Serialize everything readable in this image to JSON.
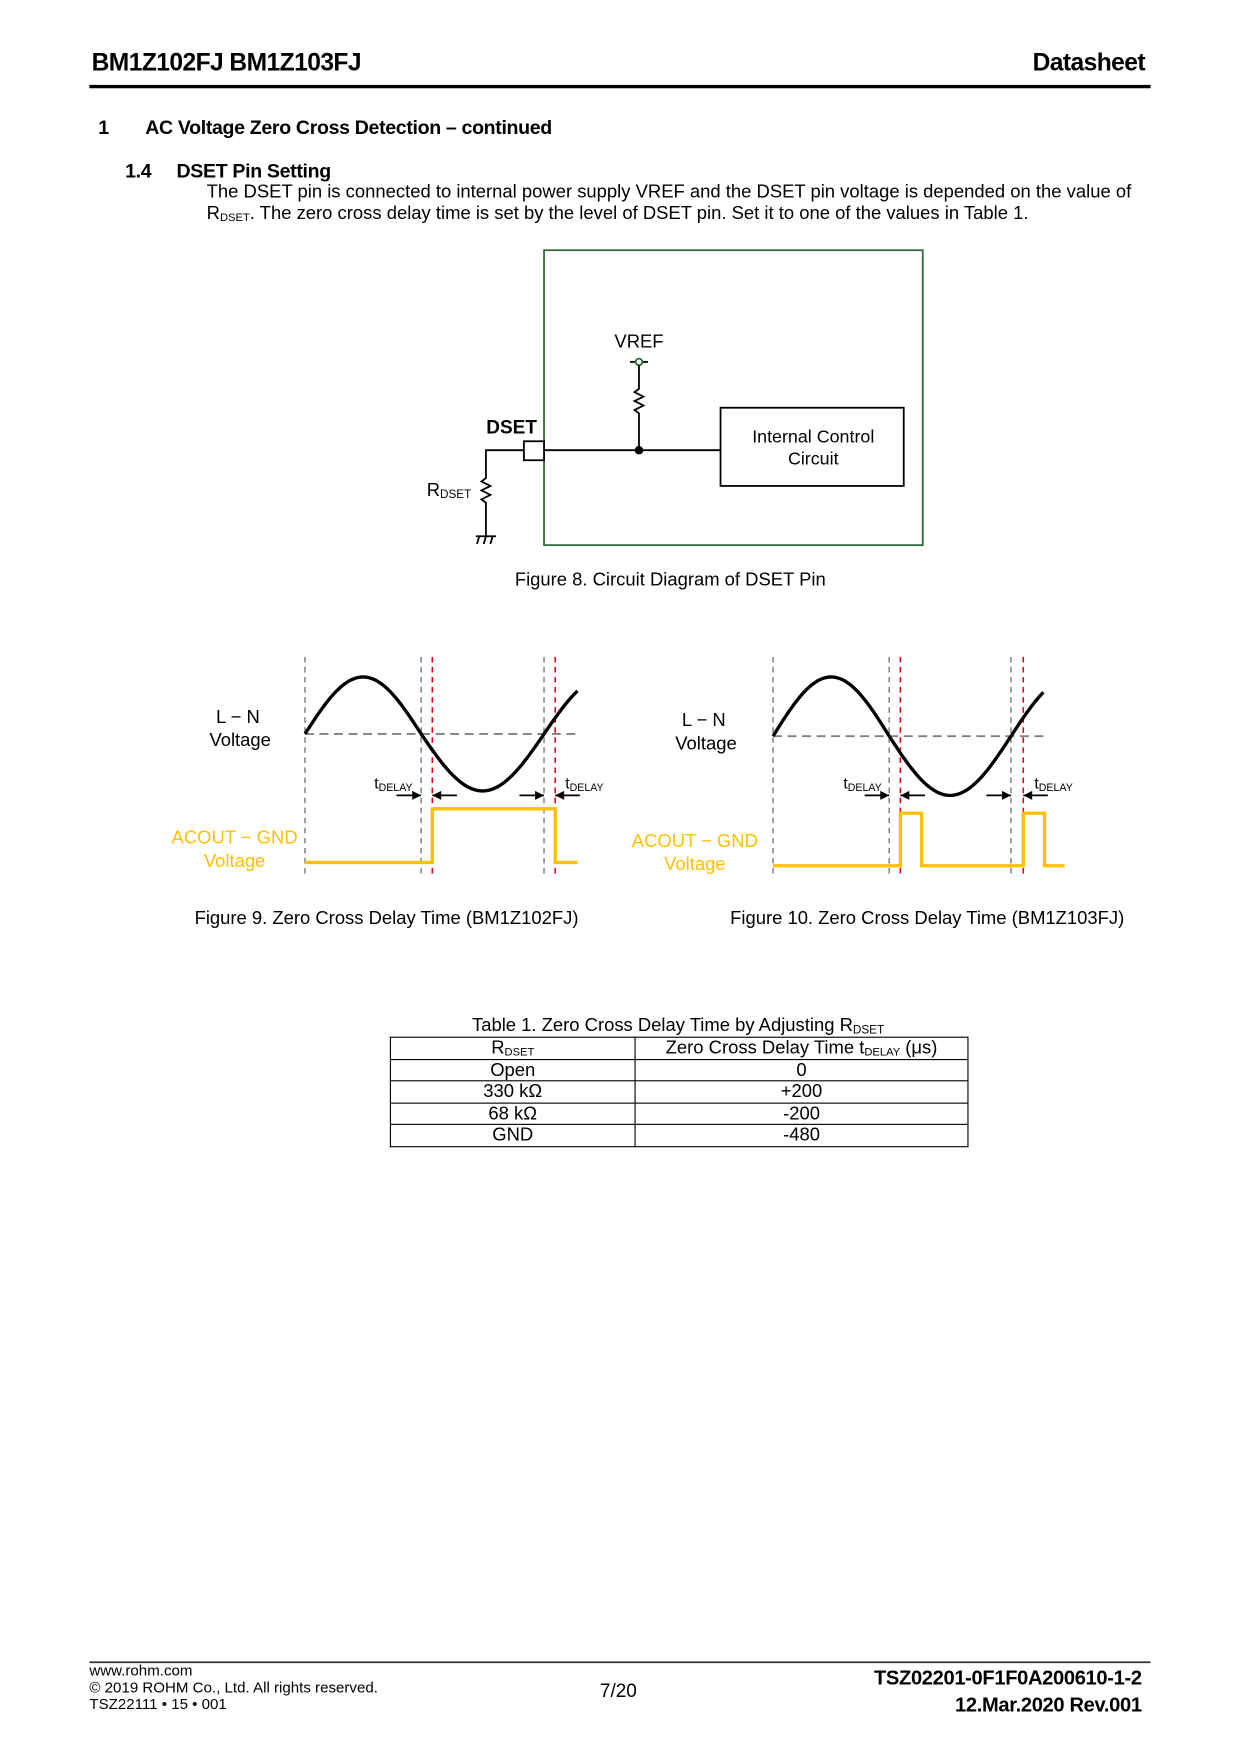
{
  "header": {
    "part_numbers": "BM1Z102FJ   BM1Z103FJ",
    "doc_type": "Datasheet"
  },
  "section": {
    "number": "1",
    "title": "AC Voltage Zero Cross Detection – continued"
  },
  "subsection": {
    "number": "1.4",
    "title": "DSET Pin Setting",
    "para_line1": "The DSET pin is connected to internal power supply VREF and the DSET pin voltage is depended on the value of",
    "para_r": "R",
    "para_r_sub": "DSET",
    "para_line2_rest": ". The zero cross delay time is set by the level of DSET pin. Set it to one of the values in Table 1."
  },
  "figure8": {
    "vref": "VREF",
    "dset": "DSET",
    "r": "R",
    "r_sub": "DSET",
    "block_line1": "Internal Control",
    "block_line2": "Circuit",
    "caption": "Figure 8. Circuit Diagram of DSET Pin"
  },
  "figure9": {
    "ln_line1": "L − N",
    "ln_line2": "Voltage",
    "acout_line1": "ACOUT − GND",
    "acout_line2": "Voltage",
    "t": "t",
    "t_sub": "DELAY",
    "caption": "Figure 9. Zero Cross Delay Time (BM1Z102FJ)"
  },
  "figure10": {
    "ln_line1": "L − N",
    "ln_line2": "Voltage",
    "acout_line1": "ACOUT − GND",
    "acout_line2": "Voltage",
    "t": "t",
    "t_sub": "DELAY",
    "caption": "Figure 10. Zero Cross Delay Time (BM1Z103FJ)"
  },
  "colors": {
    "box": "#2f6a3a",
    "acout": "#ffc000",
    "delay_marker": "#e8001c",
    "zero_ref": "#808080"
  },
  "table1": {
    "caption": "Table 1. Zero Cross Delay Time by Adjusting R",
    "caption_sub": "DSET",
    "col1_r": "R",
    "col1_sub": "DSET",
    "col2_main": "Zero Cross Delay Time t",
    "col2_sub": "DELAY",
    "col2_unit": " (μs)",
    "rows": [
      {
        "rdset": "Open",
        "delay": "0"
      },
      {
        "rdset": "330 kΩ",
        "delay": "+200"
      },
      {
        "rdset": "68 kΩ",
        "delay": "-200"
      },
      {
        "rdset": "GND",
        "delay": "-480"
      }
    ]
  },
  "footer": {
    "website": "www.rohm.com",
    "copyright": "© 2019 ROHM Co., Ltd. All rights reserved.",
    "form_code": "TSZ22111 • 15 • 001",
    "page": "7/20",
    "doc_number": "TSZ02201-0F1F0A200610-1-2",
    "date_rev": "12.Mar.2020 Rev.001"
  }
}
